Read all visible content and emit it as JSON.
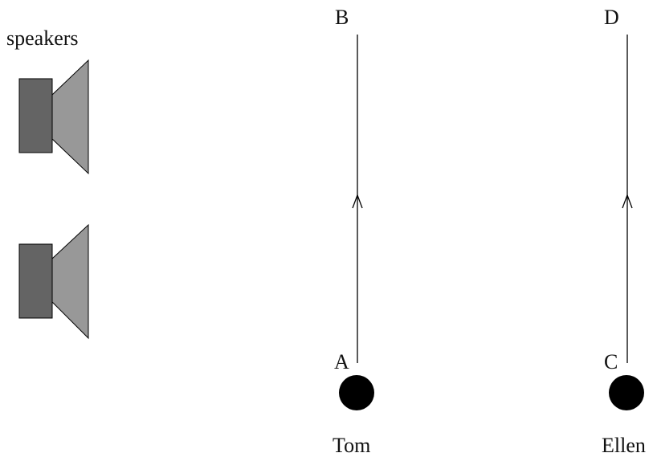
{
  "labels": {
    "speakers": "speakers",
    "point_b": "B",
    "point_d": "D",
    "point_a": "A",
    "point_c": "C",
    "person_left": "Tom",
    "person_right": "Ellen"
  },
  "colors": {
    "speaker_back": "#646464",
    "speaker_cone": "#989898",
    "person_dot": "#000000",
    "line": "#000000"
  }
}
